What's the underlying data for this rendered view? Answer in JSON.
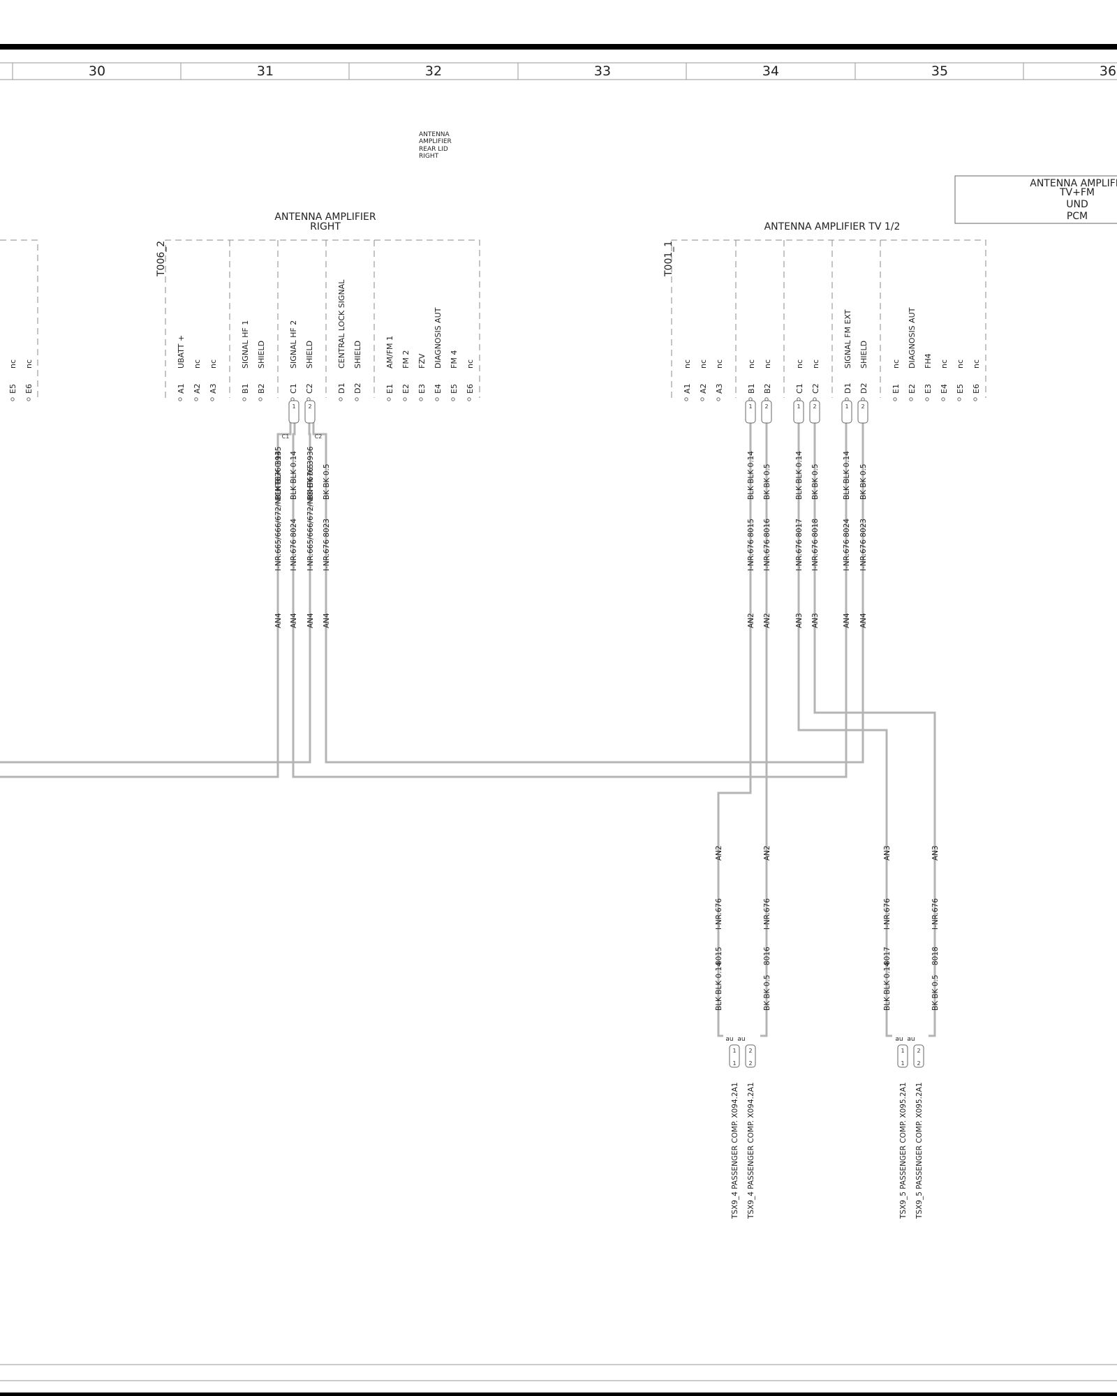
{
  "columns": [
    "30",
    "31",
    "32",
    "33",
    "34",
    "35",
    "36"
  ],
  "note_rear_lid": [
    "ANTENNA",
    "AMPLIFIER",
    "REAR LID",
    "RIGHT"
  ],
  "box_tvfm": [
    "ANTENNA AMPLIFIE",
    "TV+FM",
    "UND",
    "PCM"
  ],
  "left_partial": [
    {
      "pin": "E5",
      "label": "nc"
    },
    {
      "pin": "E6",
      "label": "nc"
    }
  ],
  "comp_right": {
    "title": [
      "ANTENNA AMPLIFIER",
      "RIGHT"
    ],
    "id": "T006_2",
    "pins": [
      {
        "pin": "A1",
        "label": "UBATT +"
      },
      {
        "pin": "A2",
        "label": "nc"
      },
      {
        "pin": "A3",
        "label": "nc"
      },
      {
        "pin": "B1",
        "label": "SIGNAL HF 1"
      },
      {
        "pin": "B2",
        "label": "SHIELD"
      },
      {
        "pin": "C1",
        "label": "SIGNAL HF 2"
      },
      {
        "pin": "C2",
        "label": "SHIELD"
      },
      {
        "pin": "D1",
        "label": "CENTRAL LOCK SIGNAL"
      },
      {
        "pin": "D2",
        "label": "SHIELD"
      },
      {
        "pin": "E1",
        "label": "AM/FM 1"
      },
      {
        "pin": "E2",
        "label": "FM 2"
      },
      {
        "pin": "E3",
        "label": "FZV"
      },
      {
        "pin": "E4",
        "label": "DIAGNOSIS AUT"
      },
      {
        "pin": "E5",
        "label": "FM 4"
      },
      {
        "pin": "E6",
        "label": "nc"
      }
    ],
    "tab_labels": [
      "C1",
      "C2"
    ]
  },
  "comp_tv": {
    "title": [
      "ANTENNA AMPLIFIER TV 1/2"
    ],
    "id": "T001_1",
    "pins": [
      {
        "pin": "A1",
        "label": "nc"
      },
      {
        "pin": "A2",
        "label": "nc"
      },
      {
        "pin": "A3",
        "label": "nc"
      },
      {
        "pin": "B1",
        "label": "nc"
      },
      {
        "pin": "B2",
        "label": "nc"
      },
      {
        "pin": "C1",
        "label": "nc"
      },
      {
        "pin": "C2",
        "label": "nc"
      },
      {
        "pin": "D1",
        "label": "SIGNAL FM EXT"
      },
      {
        "pin": "D2",
        "label": "SHIELD"
      },
      {
        "pin": "E1",
        "label": "nc"
      },
      {
        "pin": "E2",
        "label": "DIAGNOSIS AUT"
      },
      {
        "pin": "E3",
        "label": "FH4"
      },
      {
        "pin": "E4",
        "label": "nc"
      },
      {
        "pin": "E5",
        "label": "nc"
      },
      {
        "pin": "E6",
        "label": "nc"
      }
    ]
  },
  "connector_numbers": [
    "1",
    "2"
  ],
  "upper_wires": [
    {
      "color": "BLK BLK 0.14",
      "id": "I-NR.665/666/672/NICHT676 3935",
      "harness": "AN4"
    },
    {
      "color": "BLK BLK 0.14",
      "id": "I-NR.676 8024",
      "harness": "AN4"
    },
    {
      "color": "BK BK 0.5",
      "id": "I-NR.665/666/672/NICHT676 3936",
      "harness": "AN4"
    },
    {
      "color": "BK BK 0.5",
      "id": "I-NR.676 8023",
      "harness": "AN4"
    },
    {
      "color": "BLK BLK 0.14",
      "id": "I-NR.676 8015",
      "harness": "AN2"
    },
    {
      "color": "BK BK 0.5",
      "id": "I-NR.676 8016",
      "harness": "AN2"
    },
    {
      "color": "BLK BLK 0.14",
      "id": "I-NR.676 8017",
      "harness": "AN3"
    },
    {
      "color": "BK BK 0.5",
      "id": "I-NR.676 8018",
      "harness": "AN3"
    },
    {
      "color": "BLK BLK 0.14",
      "id": "I-NR.676 8024",
      "harness": "AN4"
    },
    {
      "color": "BK BK 0.5",
      "id": "I-NR.676 8023",
      "harness": "AN4"
    }
  ],
  "lower_wires": [
    {
      "harness": "AN2",
      "inr": "I-NR.676",
      "num": "8015",
      "color": "BLK BLK 0.14"
    },
    {
      "harness": "AN2",
      "inr": "I-NR.676",
      "num": "8016",
      "color": "BK BK 0.5"
    },
    {
      "harness": "AN3",
      "inr": "I-NR.676",
      "num": "8017",
      "color": "BLK BLK 0.14"
    },
    {
      "harness": "AN3",
      "inr": "I-NR.676",
      "num": "8018",
      "color": "BK BK 0.5"
    }
  ],
  "bottom_tab_label": "au",
  "bottom_connectors": [
    "TSX9_4 PASSENGER COMP.  X094.2A1",
    "TSX9_4 PASSENGER COMP.  X094.2A1",
    "TSX9_5 PASSENGER COMP.  X095.2A1",
    "TSX9_5 PASSENGER COMP.  X095.2A1"
  ]
}
